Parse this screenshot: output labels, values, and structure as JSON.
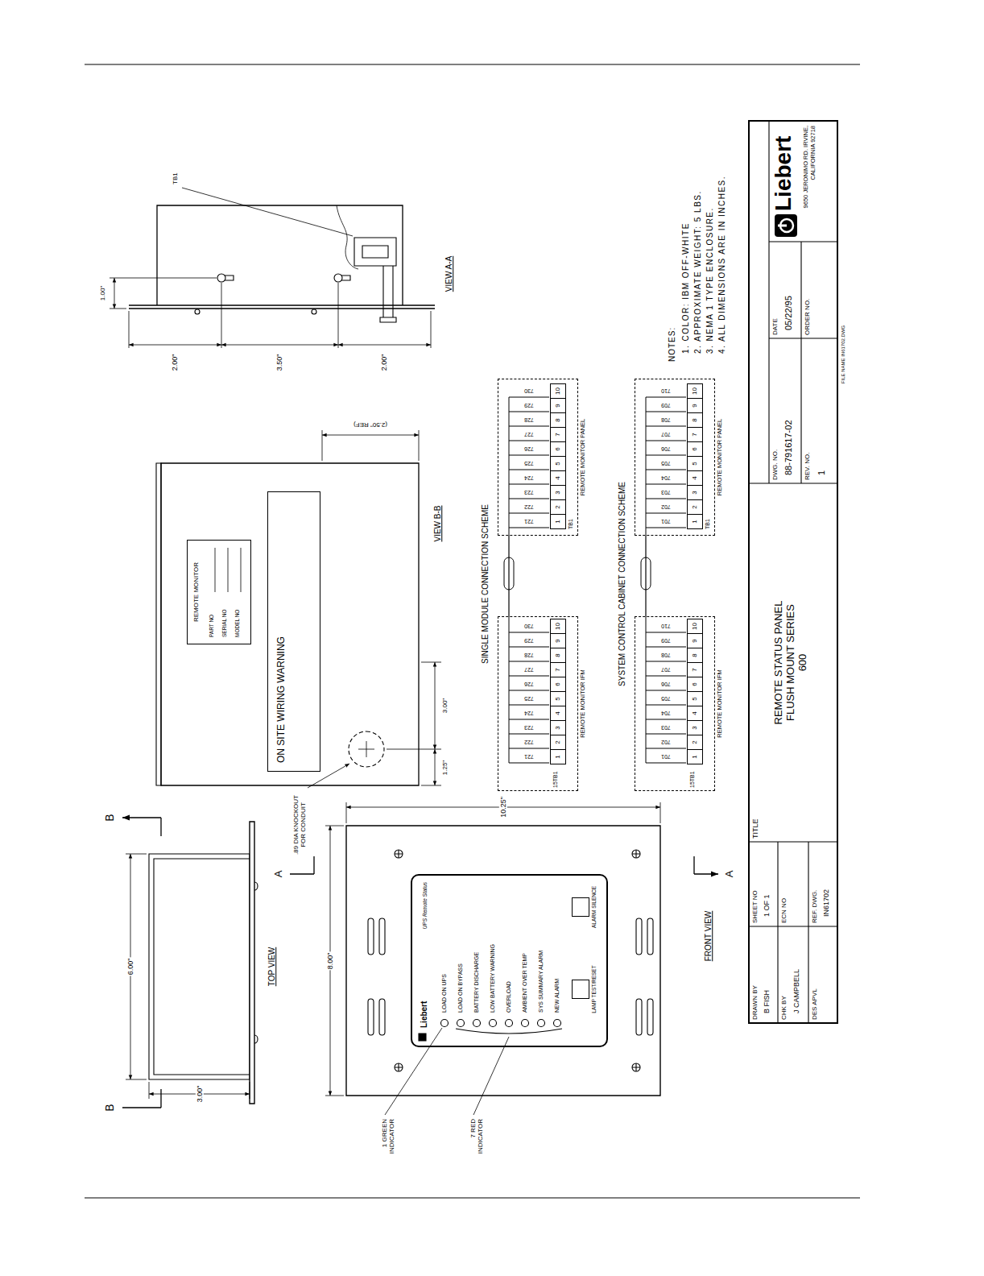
{
  "diagram": {
    "nodes": [
      {
        "text": [
          "Liebert",
          "UPS Remote Status"
        ]
      },
      {
        "text": [
          "LAMP TEST/RESET"
        ],
        "in": 0
      },
      {
        "text": [
          "ALARM SILENCE"
        ],
        "in": 0
      },
      {
        "text": [
          "REMOTE MONITOR",
          "PART NO",
          "SERIAL NO",
          "MODEL NO"
        ]
      },
      {
        "text": [
          "ON SITE WIRING WARNING"
        ]
      },
      {
        "text": [
          "15TB1",
          "REMOTE MONITOR IFM"
        ]
      },
      {
        "text": [
          "1"
        ],
        "in": 5
      },
      {
        "text": [
          "2"
        ],
        "in": 5
      },
      {
        "text": [
          "3"
        ],
        "in": 5
      },
      {
        "text": [
          "4"
        ],
        "in": 5
      },
      {
        "text": [
          "5"
        ],
        "in": 5
      },
      {
        "text": [
          "6"
        ],
        "in": 5
      },
      {
        "text": [
          "7"
        ],
        "in": 5
      },
      {
        "text": [
          "8"
        ],
        "in": 5
      },
      {
        "text": [
          "9"
        ],
        "in": 5
      },
      {
        "text": [
          "10"
        ],
        "in": 5
      },
      {
        "text": [
          "TB1",
          "REMOTE MONITOR PANEL"
        ]
      },
      {
        "text": [
          "1"
        ],
        "in": 16
      },
      {
        "text": [
          "2"
        ],
        "in": 16
      },
      {
        "text": [
          "3"
        ],
        "in": 16
      },
      {
        "text": [
          "4"
        ],
        "in": 16
      },
      {
        "text": [
          "5"
        ],
        "in": 16
      },
      {
        "text": [
          "6"
        ],
        "in": 16
      },
      {
        "text": [
          "7"
        ],
        "in": 16
      },
      {
        "text": [
          "8"
        ],
        "in": 16
      },
      {
        "text": [
          "9"
        ],
        "in": 16
      },
      {
        "text": [
          "10"
        ],
        "in": 16
      },
      {
        "text": [
          "15TB1",
          "REMOTE MONITOR IFM"
        ]
      },
      {
        "text": [
          "1"
        ],
        "in": 27
      },
      {
        "text": [
          "2"
        ],
        "in": 27
      },
      {
        "text": [
          "3"
        ],
        "in": 27
      },
      {
        "text": [
          "4"
        ],
        "in": 27
      },
      {
        "text": [
          "5"
        ],
        "in": 27
      },
      {
        "text": [
          "6"
        ],
        "in": 27
      },
      {
        "text": [
          "7"
        ],
        "in": 27
      },
      {
        "text": [
          "8"
        ],
        "in": 27
      },
      {
        "text": [
          "9"
        ],
        "in": 27
      },
      {
        "text": [
          "10"
        ],
        "in": 27
      },
      {
        "text": [
          "TB1",
          "REMOTE MONITOR PANEL"
        ]
      },
      {
        "text": [
          "1"
        ],
        "in": 38
      },
      {
        "text": [
          "2"
        ],
        "in": 38
      },
      {
        "text": [
          "3"
        ],
        "in": 38
      },
      {
        "text": [
          "4"
        ],
        "in": 38
      },
      {
        "text": [
          "5"
        ],
        "in": 38
      },
      {
        "text": [
          "6"
        ],
        "in": 38
      },
      {
        "text": [
          "7"
        ],
        "in": 38
      },
      {
        "text": [
          "8"
        ],
        "in": 38
      },
      {
        "text": [
          "9"
        ],
        "in": 38
      },
      {
        "text": [
          "10"
        ],
        "in": 38
      },
      {
        "text": [
          "DRAWN BY",
          "B FISH"
        ]
      },
      {
        "text": [
          "SHEET NO",
          "1 OF 1"
        ]
      },
      {
        "text": [
          "CHK BY",
          "J CAMPBELL"
        ]
      },
      {
        "text": [
          "ECN NO"
        ]
      },
      {
        "text": [
          "DES APVL"
        ]
      },
      {
        "text": [
          "REF. DWG.",
          "IN61702"
        ]
      },
      {
        "text": [
          "TITLE",
          "REMOTE STATUS PANEL FLUSH MOUNT SERIES 600"
        ]
      },
      {
        "text": [
          "DWG. NO.",
          "88-791617-02"
        ]
      },
      {
        "text": [
          "DATE",
          "05/22/95"
        ]
      },
      {
        "text": [
          "REV. NO.",
          "1"
        ]
      },
      {
        "text": [
          "ORDER NO."
        ]
      },
      {
        "text": [
          "Liebert",
          "9650 JERONIMO RD. IRVINE, CALIFORNIA 92718"
        ]
      }
    ],
    "edges": [
      {
        "from": 5,
        "to": 16,
        "arrow": "none"
      },
      {
        "from": 27,
        "to": 38,
        "arrow": "none"
      }
    ],
    "labels": [
      "6.00\"",
      "3.00\"",
      "B",
      "B",
      "TOP VIEW",
      "8.00\"",
      "10.25\"",
      "A",
      "A",
      "FRONT VIEW",
      "LOAD ON UPS",
      "LOAD ON BYPASS",
      "BATTERY DISCHARGE",
      "LOW BATTERY WARNING",
      "OVERLOAD",
      "AMBIENT OVER TEMP",
      "SYS SUMMARY ALARM",
      "NEW ALARM",
      "1 GREEN INDICATOR",
      "7 RED INDICATOR",
      ".89 DIA KNOCKOUT FOR CONDUIT",
      "1.25\"",
      "3.00\"",
      "VIEW B-B",
      "(2.50\" REF)",
      "SINGLE MODULE CONNECTION SCHEME",
      "721",
      "722",
      "723",
      "724",
      "725",
      "726",
      "727",
      "728",
      "729",
      "730",
      "721",
      "722",
      "723",
      "724",
      "725",
      "726",
      "727",
      "728",
      "729",
      "730",
      "SYSTEM CONTROL CABINET CONNECTION SCHEME",
      "701",
      "702",
      "703",
      "704",
      "705",
      "706",
      "707",
      "708",
      "709",
      "710",
      "701",
      "702",
      "703",
      "704",
      "705",
      "706",
      "707",
      "708",
      "709",
      "710",
      "1.00\"",
      "2.00\"",
      "3.50\"",
      "2.00\"",
      "TB1",
      "VIEW A-A",
      "NOTES:",
      "1. COLOR: IBM OFF-WHITE",
      "2. APPROXIMATE WEIGHT: 5 LBS.",
      "3. NEMA 1 TYPE ENCLOSURE.",
      "4. ALL DIMENSIONS ARE IN INCHES.",
      "FILE NAME IN61702.DWG"
    ]
  }
}
